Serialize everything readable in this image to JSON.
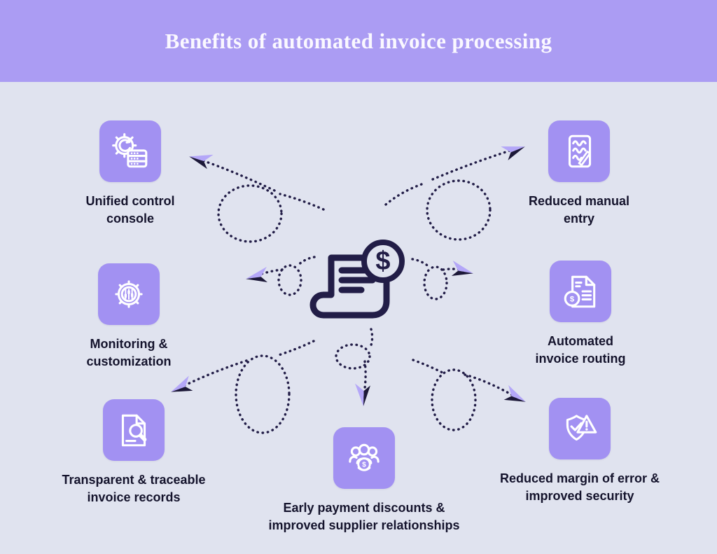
{
  "title": "Benefits of automated invoice processing",
  "theme": {
    "header_bg": "#ab9cf3",
    "body_bg": "#e0e3ef",
    "tile_bg": "#a291f2",
    "ink": "#221d47",
    "arrow_light": "#b4a7f8",
    "arrow_dark": "#1c1838",
    "label_color": "#14132c",
    "title_color": "#faf8ff"
  },
  "center": {
    "icon": "invoice-dollar-icon",
    "symbol": "$"
  },
  "benefits": [
    {
      "id": "unified-control-console",
      "icon": "control-console-icon",
      "lines": [
        "Unified control",
        "console"
      ]
    },
    {
      "id": "reduced-manual-entry",
      "icon": "manual-entry-icon",
      "lines": [
        "Reduced manual",
        "entry"
      ]
    },
    {
      "id": "monitoring-customization",
      "icon": "monitoring-gear-icon",
      "lines": [
        "Monitoring &",
        "customization"
      ]
    },
    {
      "id": "automated-invoice-routing",
      "icon": "invoice-routing-icon",
      "lines": [
        "Automated",
        "invoice routing"
      ]
    },
    {
      "id": "transparent-traceable-invoice-records",
      "icon": "traceable-records-icon",
      "lines": [
        "Transparent & traceable",
        "invoice records"
      ]
    },
    {
      "id": "early-payment-discounts",
      "icon": "supplier-relationships-icon",
      "lines": [
        "Early payment discounts &",
        "improved supplier relationships"
      ]
    },
    {
      "id": "reduced-margin-of-error",
      "icon": "security-check-icon",
      "lines": [
        "Reduced margin of error &",
        "improved security"
      ]
    }
  ]
}
